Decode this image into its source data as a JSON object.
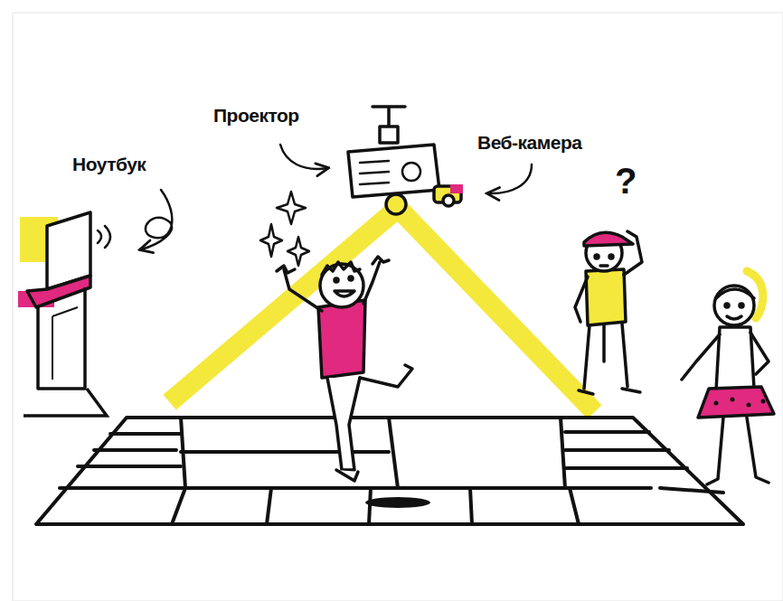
{
  "diagram": {
    "labels": [
      "Ноутбук",
      "Проектор",
      "Веб-камера",
      "?"
    ]
  }
}
